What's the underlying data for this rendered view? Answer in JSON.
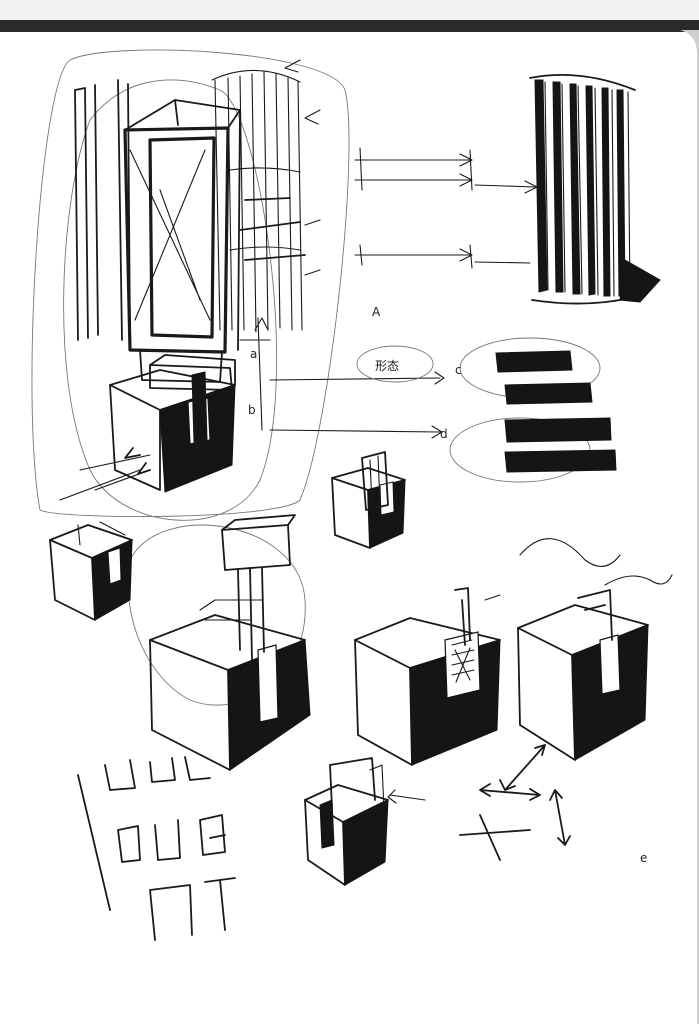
{
  "sketch": {
    "annotations": {
      "label_a": "a",
      "label_b": "b",
      "label_c": "c",
      "label_d": "d",
      "label_e": "e",
      "label_hand1": "形态",
      "label_hand2": "A"
    },
    "colors": {
      "ink": "#151515",
      "paper": "#ffffff",
      "binding_edge": "#2b2b2b"
    }
  }
}
